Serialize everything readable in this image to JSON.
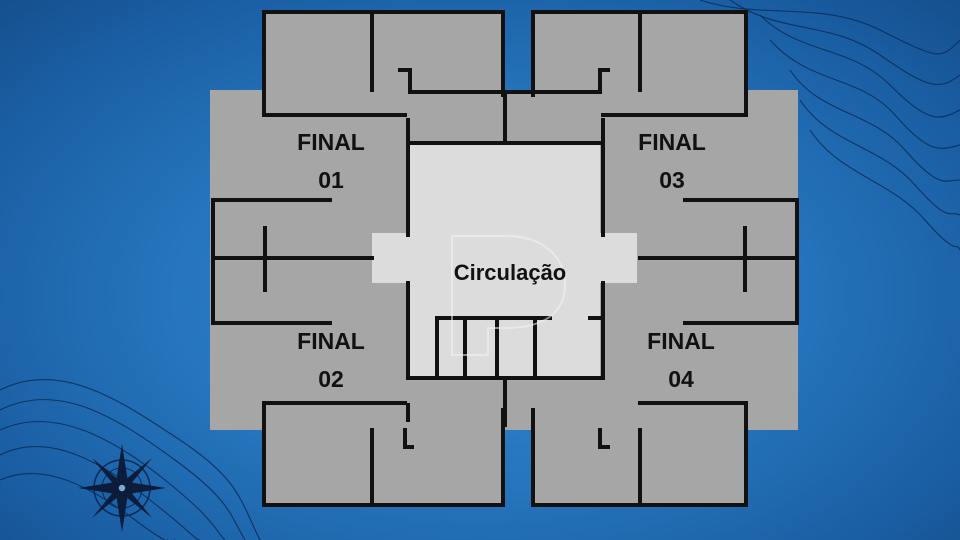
{
  "units": [
    {
      "line1": "FINAL",
      "line2": "01"
    },
    {
      "line1": "FINAL",
      "line2": "03"
    },
    {
      "line1": "FINAL",
      "line2": "02"
    },
    {
      "line1": "FINAL",
      "line2": "04"
    }
  ],
  "circulation": {
    "label": "Circulação"
  },
  "decor": {
    "background_color": "#2675bd",
    "room_color": "#a6a6a6",
    "hall_color": "#dcdcdc",
    "wall_color": "#111111",
    "icons": [
      "compass-rose-icon",
      "watermark-logo-icon"
    ]
  }
}
